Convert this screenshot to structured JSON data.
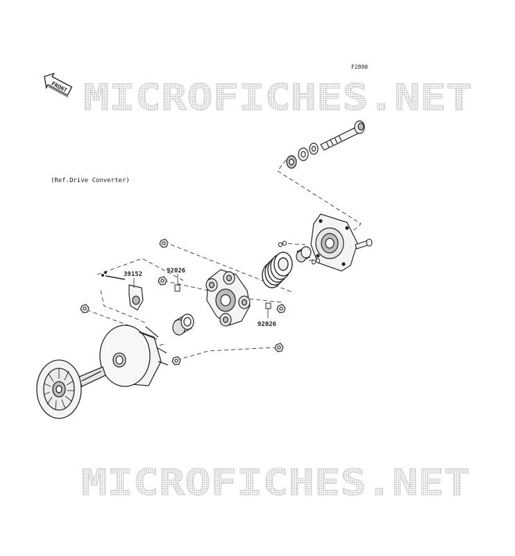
{
  "figure_code": "F2890",
  "front_label": "FRONT",
  "reference_note": "(Ref.Drive Converter)",
  "watermark_text": "MICROFICHES.NET",
  "part_labels": {
    "p39152": "39152",
    "p92026_left": "92026",
    "p92026_right": "92026"
  },
  "colors": {
    "line": "#222222",
    "part_fill": "#f4f4f4",
    "part_shade": "#bdbdbd",
    "watermark": "#d9d9d9"
  }
}
